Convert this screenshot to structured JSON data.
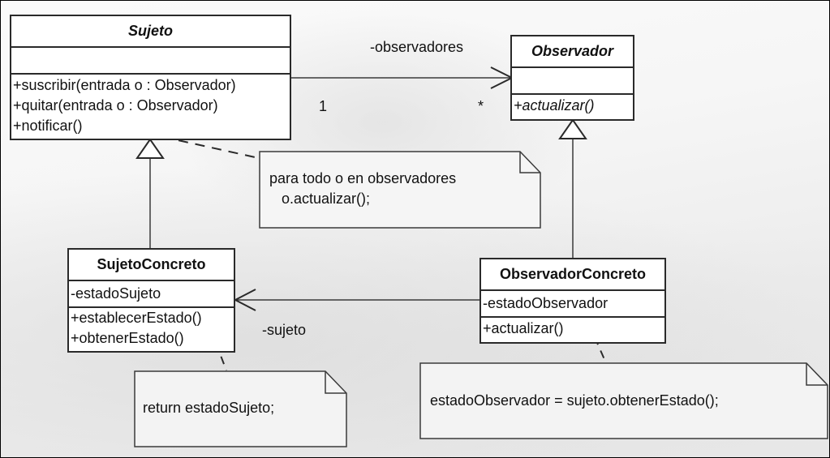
{
  "diagram": {
    "type": "UML class diagram",
    "pattern": "Observer"
  },
  "classes": {
    "sujeto": {
      "name": "Sujeto",
      "abstract": true,
      "attributes": [],
      "operations": [
        "+suscribir(entrada o : Observador)",
        "+quitar(entrada o : Observador)",
        "+notificar()"
      ]
    },
    "observador": {
      "name": "Observador",
      "abstract": true,
      "attributes": [],
      "operations": [
        "+actualizar()"
      ]
    },
    "sujeto_concreto": {
      "name": "SujetoConcreto",
      "attributes": [
        "-estadoSujeto"
      ],
      "operations": [
        "+establecerEstado()",
        "+obtenerEstado()"
      ]
    },
    "observador_concreto": {
      "name": "ObservadorConcreto",
      "attributes": [
        "-estadoObservador"
      ],
      "operations": [
        "+actualizar()"
      ]
    }
  },
  "associations": {
    "observadores": {
      "role": "-observadores",
      "source_multiplicity": "1",
      "target_multiplicity": "*"
    },
    "sujeto": {
      "role": "-sujeto"
    }
  },
  "notes": {
    "notificar": {
      "lines": [
        "para todo o en observadores",
        "   o.actualizar();"
      ]
    },
    "obtener": {
      "lines": [
        "return estadoSujeto;"
      ]
    },
    "actualizar": {
      "lines": [
        "estadoObservador = sujeto.obtenerEstado();"
      ]
    }
  },
  "colors": {
    "line": "#2a2a2a",
    "box_fill": "#ffffff",
    "note_fill": "#f4f4f4"
  }
}
